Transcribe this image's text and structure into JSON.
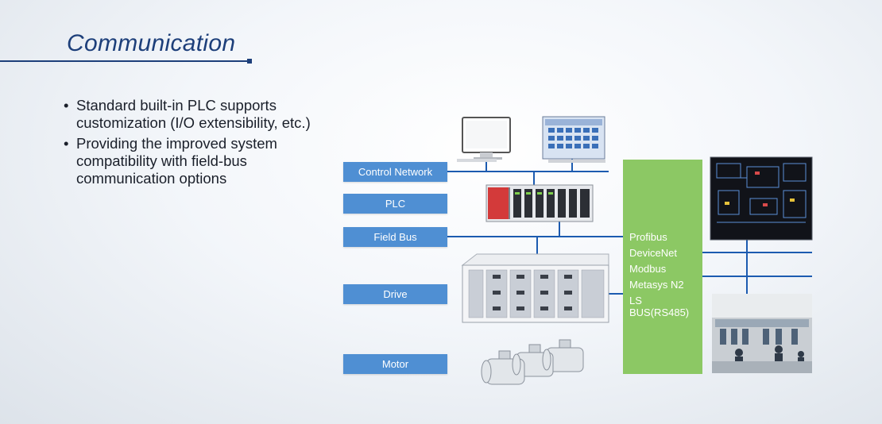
{
  "title": "Communication",
  "bullets": [
    {
      "line1": "Standard built-in PLC supports",
      "line2": "customization (I/O extensibility, etc.)"
    },
    {
      "line1": "Providing the improved system",
      "line2": "compatibility with field-bus",
      "line3": "communication options"
    }
  ],
  "levels": {
    "control_network": "Control Network",
    "plc": "PLC",
    "field_bus": "Field Bus",
    "drive": "Drive",
    "motor": "Motor"
  },
  "protocols": [
    "Profibus",
    "DeviceNet",
    "Modbus",
    "Metasys N2",
    "LS BUS(RS485)"
  ],
  "colors": {
    "title": "#1d3f7a",
    "level_box": "#4f8fd3",
    "bus_line": "#1c5bb0",
    "protocol_panel": "#8cc864"
  }
}
